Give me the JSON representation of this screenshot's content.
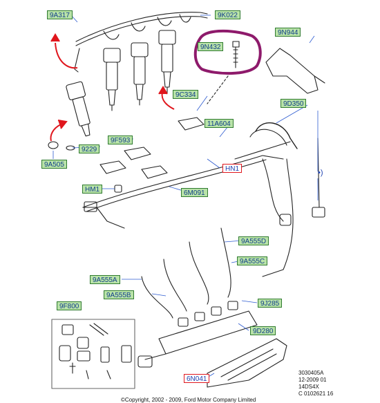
{
  "diagram": {
    "labels": {
      "9A317": "9A317",
      "9K022": "9K022",
      "9N432": "9N432",
      "9N944": "9N944",
      "9C334": "9C334",
      "9D350": "9D350",
      "11A604": "11A604",
      "9F593": "9F593",
      "9229": "9229",
      "9A505": "9A505",
      "HN1": "HN1",
      "HM1": "HM1",
      "6M091": "6M091",
      "9A555D": "9A555D",
      "9A555C": "9A555C",
      "9A555A": "9A555A",
      "9A555B": "9A555B",
      "9J285": "9J285",
      "9F800": "9F800",
      "9D280": "9D280",
      "6N041": "6N041",
      "marker": "•)"
    },
    "meta": {
      "line1": "3030405A",
      "line2": "12-2009 01",
      "line3": "14DS4X",
      "line4": "C 0102621 16"
    },
    "copyright": "©Copyright, 2002 - 2009, Ford Motor Company Limited",
    "highlight_color": "#8e1a6b",
    "arrow_color": "#e0161d",
    "label_fill": "#b9e3a8"
  }
}
